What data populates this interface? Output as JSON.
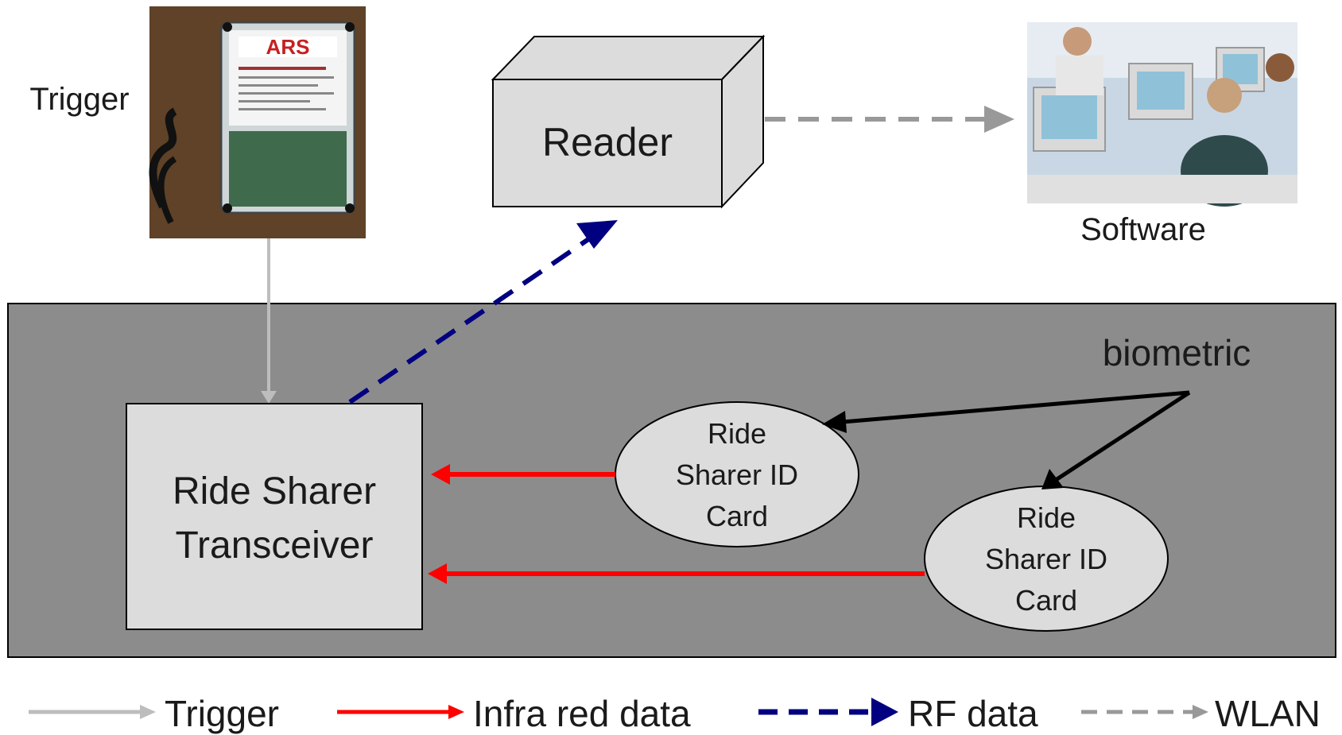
{
  "labels": {
    "trigger": "Trigger",
    "reader": "Reader",
    "software": "Software",
    "biometric": "biometric",
    "transceiver_line1": "Ride Sharer",
    "transceiver_line2": "Transceiver",
    "card1": [
      "Ride",
      "Sharer ID",
      "Card"
    ],
    "card2": [
      "Ride",
      "Sharer ID",
      "Card"
    ],
    "trigger_device_logo": "ARS"
  },
  "legend": [
    {
      "label": "Trigger",
      "style": "solid",
      "color": "#bdbdbd"
    },
    {
      "label": "Infra red data",
      "style": "solid",
      "color": "#ff0000"
    },
    {
      "label": "RF data",
      "style": "dashed",
      "color": "#000080"
    },
    {
      "label": "WLAN",
      "style": "dashed",
      "color": "#999999"
    }
  ],
  "colors": {
    "panel": "#8c8c8c",
    "box_fill": "#dcdcdc",
    "infrared": "#ff0000",
    "rf": "#000080",
    "wlan": "#999999",
    "trigger_line": "#bdbdbd",
    "biometric_arrow": "#000000"
  }
}
